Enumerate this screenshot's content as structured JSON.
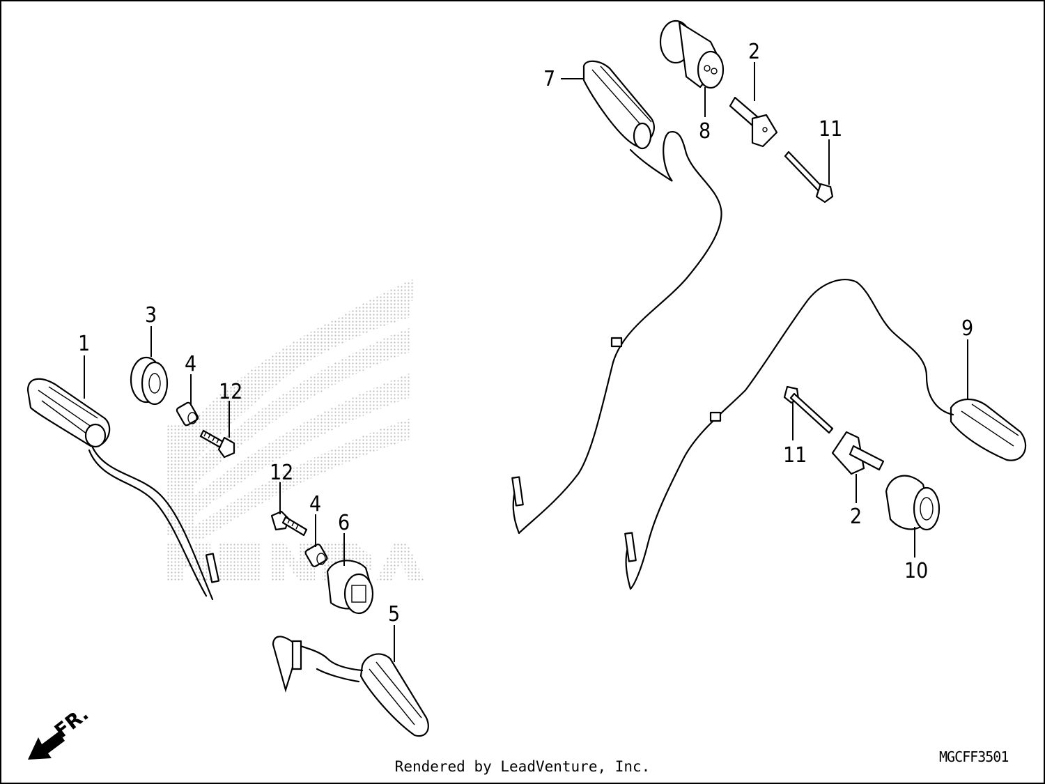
{
  "callouts": {
    "c1": "1",
    "c2a": "2",
    "c2b": "2",
    "c3": "3",
    "c4a": "4",
    "c4b": "4",
    "c5": "5",
    "c6": "6",
    "c7": "7",
    "c8": "8",
    "c9": "9",
    "c10": "10",
    "c11a": "11",
    "c11b": "11",
    "c12a": "12",
    "c12b": "12"
  },
  "direction_label": "FR.",
  "diagram_code": "MGCFF3501",
  "credit": "Rendered by LeadVenture, Inc.",
  "colors": {
    "ink": "#000000",
    "watermark": "#bdbdbd"
  },
  "icons": [
    "front-direction-arrow-icon",
    "wing-logo-watermark"
  ]
}
